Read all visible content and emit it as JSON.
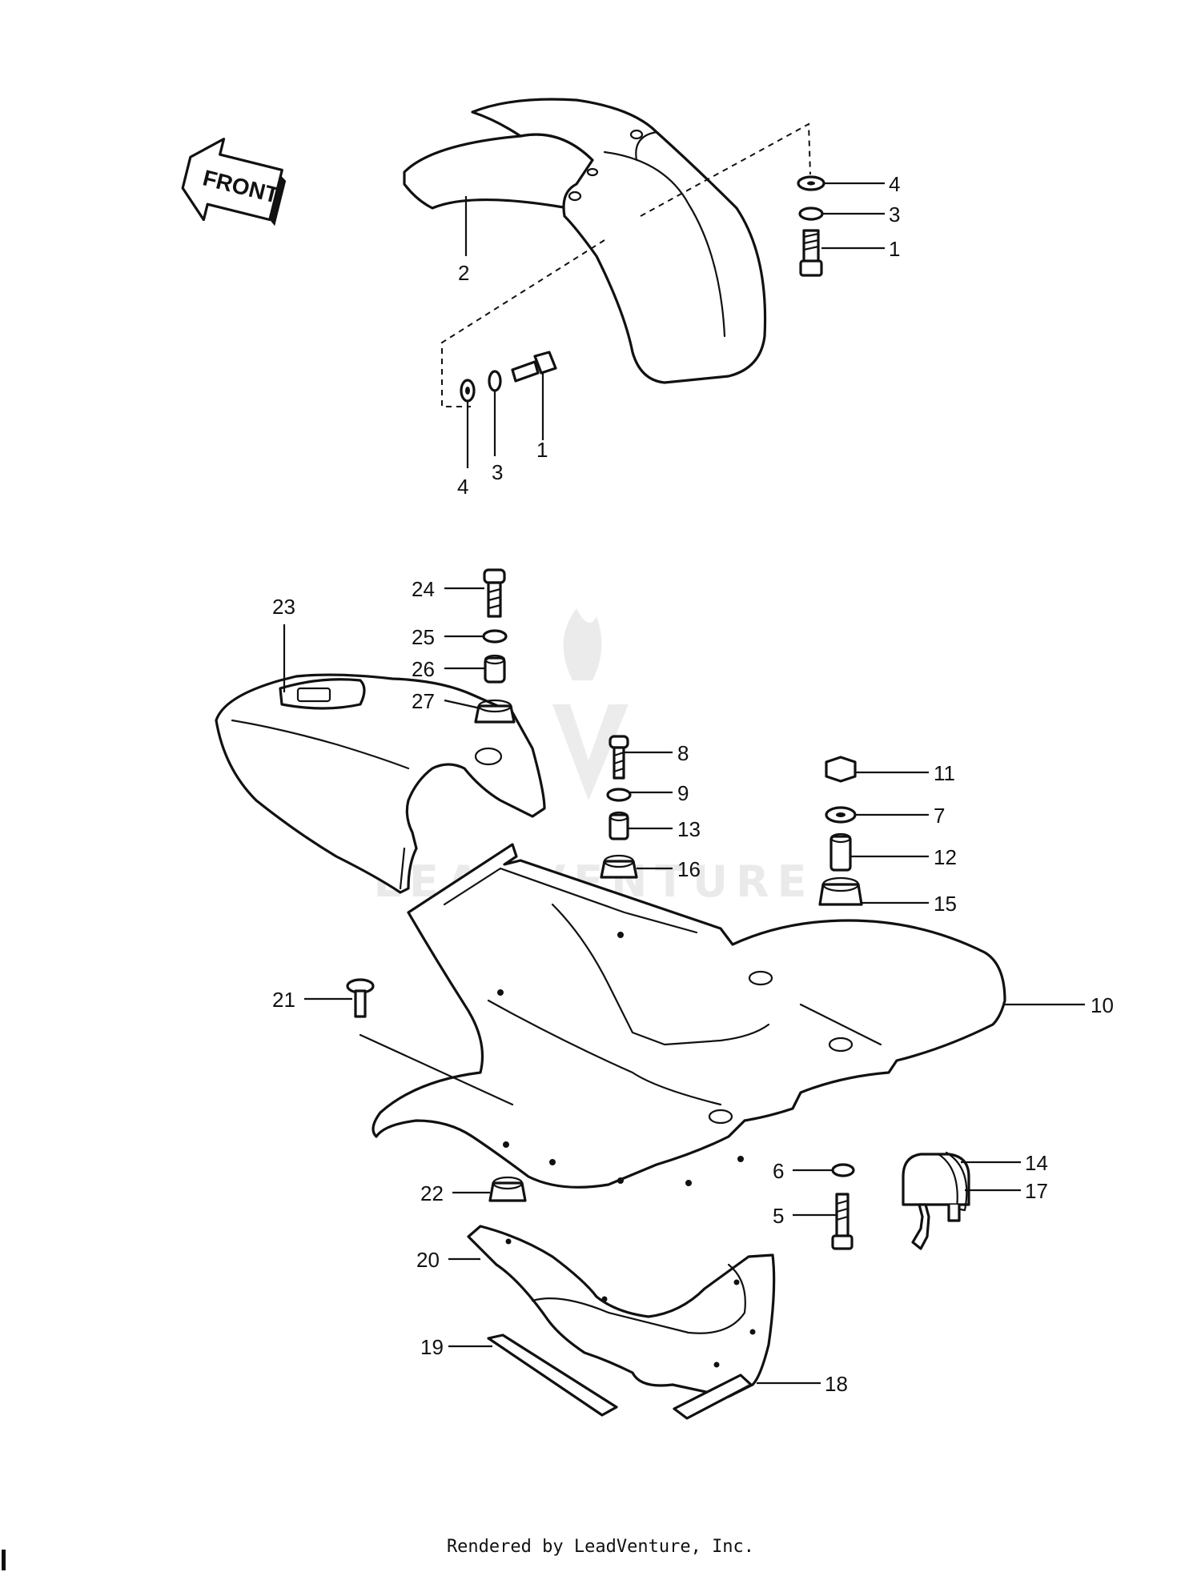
{
  "direction_arrow": {
    "text": "FRONT"
  },
  "watermark": {
    "text": "LEADVENTURE"
  },
  "labels": [
    {
      "id": "L4a",
      "text": "4"
    },
    {
      "id": "L3a",
      "text": "3"
    },
    {
      "id": "L1a",
      "text": "1"
    },
    {
      "id": "L2",
      "text": "2"
    },
    {
      "id": "L4b",
      "text": "4"
    },
    {
      "id": "L3b",
      "text": "3"
    },
    {
      "id": "L1b",
      "text": "1"
    },
    {
      "id": "L23",
      "text": "23"
    },
    {
      "id": "L24",
      "text": "24"
    },
    {
      "id": "L25",
      "text": "25"
    },
    {
      "id": "L26",
      "text": "26"
    },
    {
      "id": "L27",
      "text": "27"
    },
    {
      "id": "L8",
      "text": "8"
    },
    {
      "id": "L9",
      "text": "9"
    },
    {
      "id": "L13",
      "text": "13"
    },
    {
      "id": "L16",
      "text": "16"
    },
    {
      "id": "L11",
      "text": "11"
    },
    {
      "id": "L7",
      "text": "7"
    },
    {
      "id": "L12",
      "text": "12"
    },
    {
      "id": "L15",
      "text": "15"
    },
    {
      "id": "L10",
      "text": "10"
    },
    {
      "id": "L21",
      "text": "21"
    },
    {
      "id": "L22",
      "text": "22"
    },
    {
      "id": "L6",
      "text": "6"
    },
    {
      "id": "L5",
      "text": "5"
    },
    {
      "id": "L14",
      "text": "14"
    },
    {
      "id": "L17",
      "text": "17"
    },
    {
      "id": "L20",
      "text": "20"
    },
    {
      "id": "L19",
      "text": "19"
    },
    {
      "id": "L18",
      "text": "18"
    }
  ],
  "footer": {
    "text": "Rendered by LeadVenture, Inc."
  }
}
